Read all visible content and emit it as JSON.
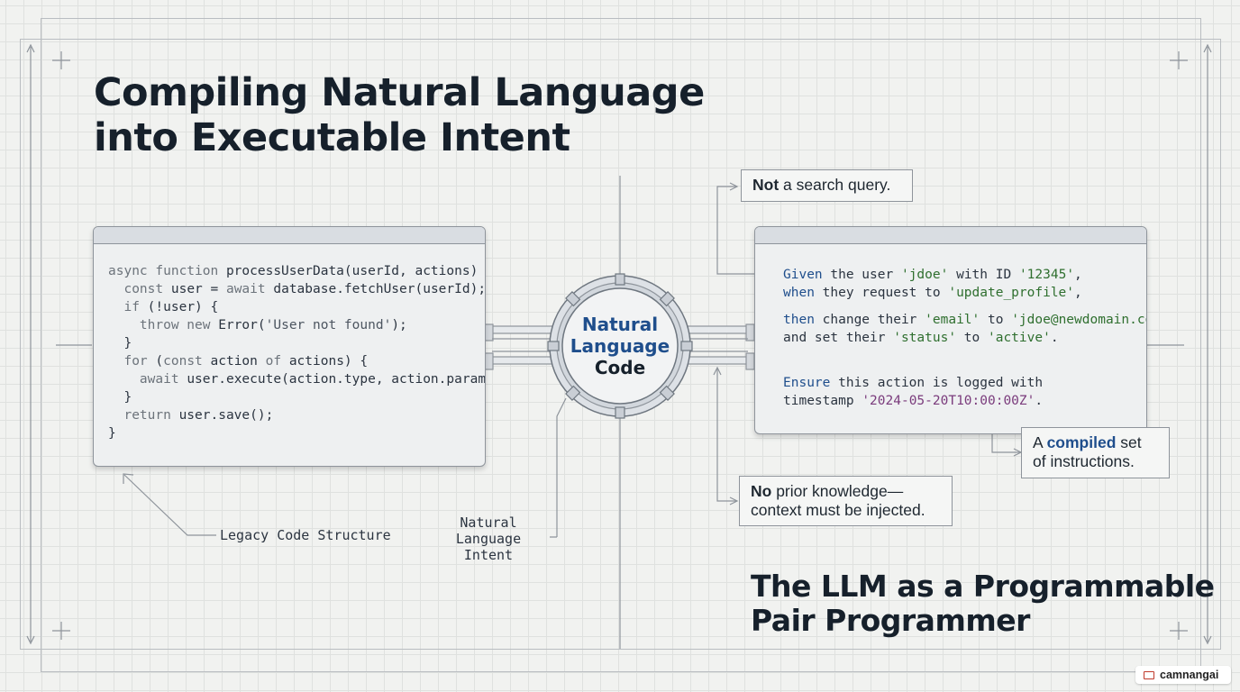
{
  "title": {
    "line1": "Compiling Natural Language",
    "line2": "into Executable Intent"
  },
  "subtitle": {
    "line1": "The LLM as a Programmable",
    "line2": "Pair Programmer"
  },
  "center": {
    "line1": "Natural",
    "line2": "Language",
    "line3": "Code"
  },
  "legacy_label": "Legacy Code Structure",
  "intent_label": {
    "line1": "Natural Language",
    "line2": "Intent"
  },
  "callouts": {
    "search": {
      "strong": "Not",
      "rest": " a search query."
    },
    "prior": {
      "strong": "No",
      "rest1": " prior knowledge—",
      "rest2": "context must be injected."
    },
    "compiled": {
      "pre": "A ",
      "strong": "compiled",
      "post": " set",
      "line2": "of instructions."
    }
  },
  "code_lines": [
    [
      [
        "kw",
        "async function "
      ],
      [
        "t",
        "processUserData(userId, actions) {"
      ]
    ],
    [
      [
        "t",
        "  "
      ],
      [
        "kw",
        "const "
      ],
      [
        "t",
        "user = "
      ],
      [
        "kw",
        "await "
      ],
      [
        "t",
        "database.fetchUser(userId);"
      ]
    ],
    [
      [
        "t",
        "  "
      ],
      [
        "kw",
        "if "
      ],
      [
        "t",
        "(!user) {"
      ]
    ],
    [
      [
        "t",
        "    "
      ],
      [
        "kw",
        "throw new "
      ],
      [
        "t",
        "Error("
      ],
      [
        "str",
        "'User not found'"
      ],
      [
        "t",
        ");"
      ]
    ],
    [
      [
        "t",
        "  }"
      ]
    ],
    [
      [
        "t",
        "  "
      ],
      [
        "kw",
        "for "
      ],
      [
        "t",
        "("
      ],
      [
        "kw",
        "const "
      ],
      [
        "t",
        "action "
      ],
      [
        "kw",
        "of "
      ],
      [
        "t",
        "actions) {"
      ]
    ],
    [
      [
        "t",
        "    "
      ],
      [
        "kw",
        "await "
      ],
      [
        "t",
        "user.execute(action.type, action.params);"
      ]
    ],
    [
      [
        "t",
        "  }"
      ]
    ],
    [
      [
        "t",
        "  "
      ],
      [
        "kw",
        "return "
      ],
      [
        "t",
        "user.save();"
      ]
    ],
    [
      [
        "t",
        "}"
      ]
    ]
  ],
  "nl_blocks": [
    [
      [
        [
          "kb",
          "Given "
        ],
        [
          "t",
          "the user "
        ],
        [
          "sg",
          "'jdoe'"
        ],
        [
          "t",
          " with ID "
        ],
        [
          "sg",
          "'12345'"
        ],
        [
          "t",
          ","
        ]
      ],
      [
        [
          "kb",
          "when "
        ],
        [
          "t",
          "they request to "
        ],
        [
          "sg",
          "'update_profile'"
        ],
        [
          "t",
          ","
        ]
      ]
    ],
    [
      [
        [
          "kb",
          "then "
        ],
        [
          "t",
          "change their "
        ],
        [
          "sg",
          "'email'"
        ],
        [
          "t",
          " to "
        ],
        [
          "sg",
          "'jdoe@newdomain.com'"
        ]
      ],
      [
        [
          "t",
          "and set their "
        ],
        [
          "sg",
          "'status'"
        ],
        [
          "t",
          " to "
        ],
        [
          "sg",
          "'active'"
        ],
        [
          "t",
          "."
        ]
      ]
    ],
    [
      [
        [
          "kb",
          "Ensure "
        ],
        [
          "t",
          "this action is logged with"
        ]
      ],
      [
        [
          "t",
          "timestamp "
        ],
        [
          "sp",
          "'2024-05-20T10:00:00Z'"
        ],
        [
          "t",
          "."
        ]
      ]
    ]
  ],
  "badge": {
    "text": "camnangai",
    "icon": "book-icon"
  },
  "colors": {
    "accent": "#1f4e8c",
    "string": "#2f6f2f",
    "timestamp": "#7a3b7c",
    "ink": "#16202b"
  }
}
